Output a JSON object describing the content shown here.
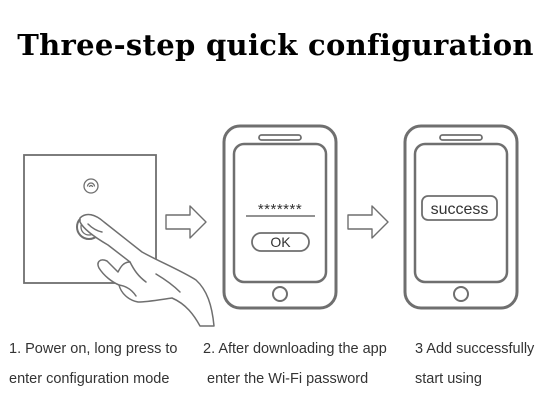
{
  "title": "Three-step quick configuration",
  "steps": [
    {
      "line1": "1. Power on, long press to",
      "line2": "enter configuration mode"
    },
    {
      "line1": "2. After downloading the app",
      "line2": "enter the Wi-Fi password",
      "password_mask": "*******",
      "ok_label": "OK"
    },
    {
      "line1": "3 Add successfully",
      "line2": "start using",
      "success_label": "success"
    }
  ],
  "colors": {
    "line": "#6f6f6f",
    "text": "#333333",
    "title": "#000000"
  },
  "icons": [
    "wifi-icon",
    "hand-icon",
    "arrow-right-icon",
    "smartphone-icon"
  ]
}
